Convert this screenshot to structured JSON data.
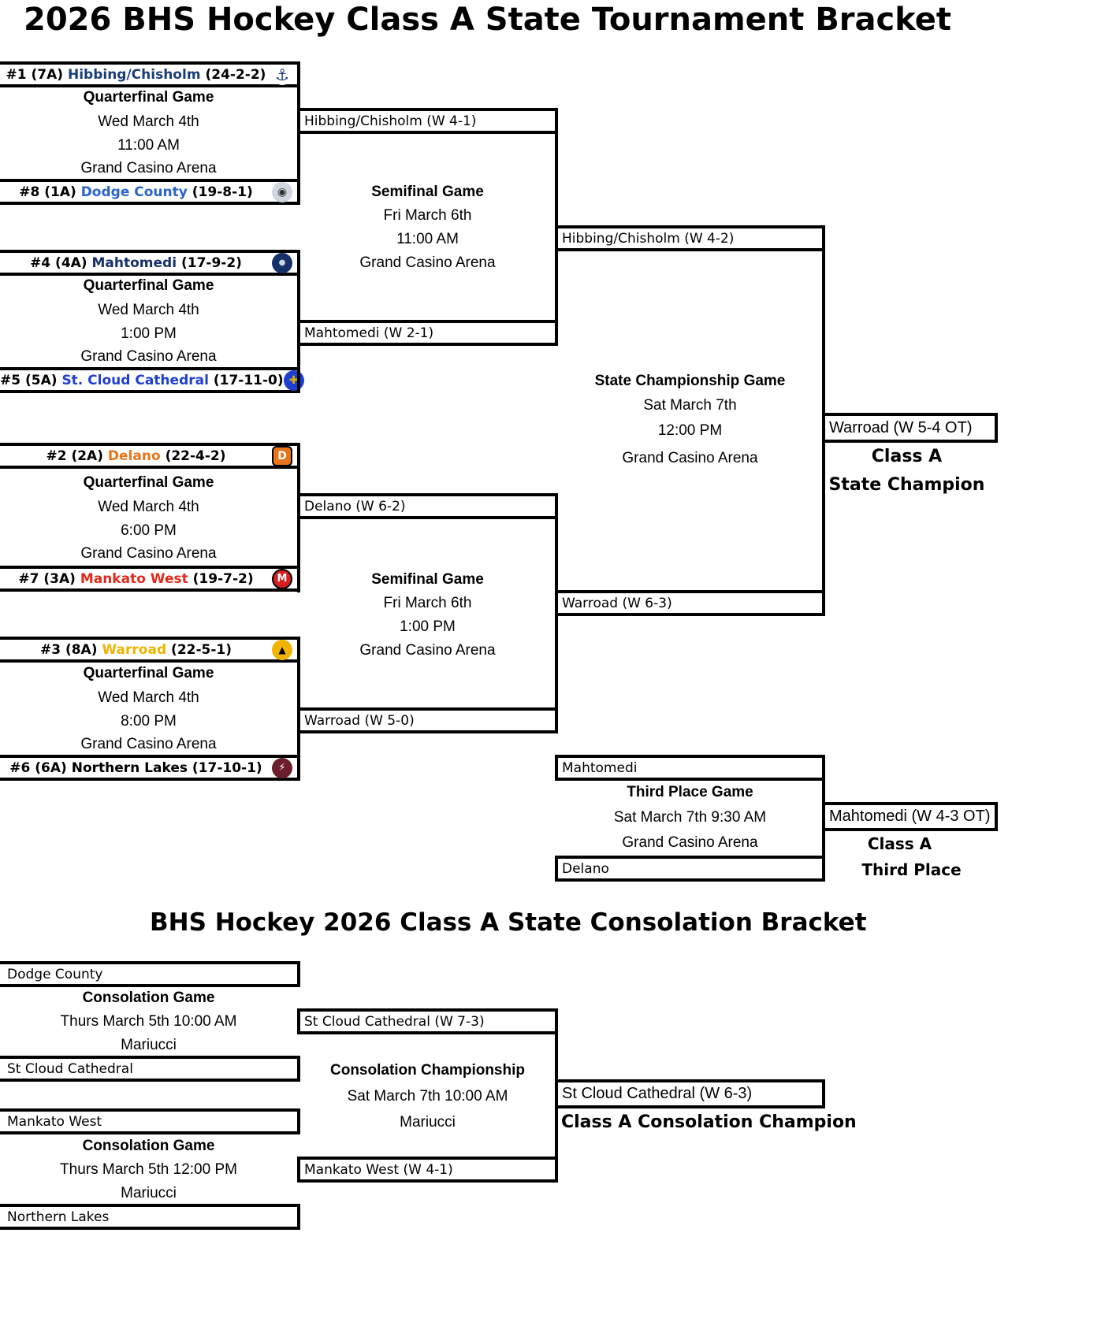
{
  "main_title": "2026 BHS Hockey Class A State Tournament Bracket",
  "consolation_title": "BHS Hockey 2026 Class A State Consolation Bracket",
  "seeds": [
    {
      "prefix": "#1 (7A)",
      "team": "Hibbing/Chisholm",
      "record": "(24-2-2)",
      "team_color": "#1a3d7a",
      "icon": "anchor-icon"
    },
    {
      "prefix": "#8 (1A)",
      "team": "Dodge County",
      "record": "(19-8-1)",
      "team_color": "#2a64c8",
      "icon": "wildcat-icon"
    },
    {
      "prefix": "#4 (4A)",
      "team": "Mahtomedi",
      "record": "(17-9-2)",
      "team_color": "#16306b",
      "icon": "zephyr-icon"
    },
    {
      "prefix": "#5 (5A)",
      "team": "St. Cloud Cathedral",
      "record": "(17-11-0)",
      "team_color": "#1e3fd0",
      "icon": "crusader-icon"
    },
    {
      "prefix": "#2 (2A)",
      "team": "Delano",
      "record": "(22-4-2)",
      "team_color": "#e8741a",
      "icon": "d-shield-icon"
    },
    {
      "prefix": "#7 (3A)",
      "team": "Mankato West",
      "record": "(19-7-2)",
      "team_color": "#e02a1a",
      "icon": "m-logo-icon"
    },
    {
      "prefix": "#3 (8A)",
      "team": "Warroad",
      "record": "(22-5-1)",
      "team_color": "#f0b400",
      "icon": "warrior-head-icon"
    },
    {
      "prefix": "#6 (6A)",
      "team": "Northern Lakes",
      "record": "(17-10-1)",
      "team_color": "#000000",
      "icon": "lightning-icon"
    }
  ],
  "quarterfinals": [
    {
      "title": "Quarterfinal Game",
      "date": "Wed March 4th",
      "time": "11:00 AM",
      "venue": "Grand Casino Arena"
    },
    {
      "title": "Quarterfinal Game",
      "date": "Wed March 4th",
      "time": "1:00 PM",
      "venue": "Grand Casino Arena"
    },
    {
      "title": "Quarterfinal Game",
      "date": "Wed March 4th",
      "time": "6:00 PM",
      "venue": "Grand Casino Arena"
    },
    {
      "title": "Quarterfinal Game",
      "date": "Wed March 4th",
      "time": "8:00 PM",
      "venue": "Grand Casino Arena"
    }
  ],
  "qf_winners": [
    "Hibbing/Chisholm (W 4-1)",
    "Mahtomedi (W 2-1)",
    "Delano (W 6-2)",
    "Warroad (W 5-0)"
  ],
  "semifinals": [
    {
      "title": "Semifinal Game",
      "date": "Fri March 6th",
      "time": "11:00 AM",
      "venue": "Grand Casino Arena"
    },
    {
      "title": "Semifinal Game",
      "date": "Fri March 6th",
      "time": "1:00 PM",
      "venue": "Grand Casino Arena"
    }
  ],
  "sf_winners": [
    "Hibbing/Chisholm (W 4-2)",
    "Warroad (W 6-3)"
  ],
  "championship": {
    "title": "State Championship Game",
    "date": "Sat March 7th",
    "time": "12:00 PM",
    "venue": "Grand Casino Arena"
  },
  "champion": {
    "result": "Warroad (W 5-4 OT)",
    "line1": "Class A",
    "line2": "State Champion"
  },
  "third_place": {
    "team1": "Mahtomedi",
    "team2": "Delano",
    "title": "Third Place Game",
    "datetime": "Sat March 7th 9:30 AM",
    "venue": "Grand Casino Arena",
    "result": "Mahtomedi (W 4-3 OT)",
    "line1": "Class A",
    "line2": "Third Place"
  },
  "consolation": {
    "teams": [
      "Dodge County",
      "St Cloud Cathedral",
      "Mankato West",
      "Northern Lakes"
    ],
    "games": [
      {
        "title": "Consolation Game",
        "datetime": "Thurs March 5th 10:00 AM",
        "venue": "Mariucci"
      },
      {
        "title": "Consolation Game",
        "datetime": "Thurs March 5th 12:00 PM",
        "venue": "Mariucci"
      }
    ],
    "winners": [
      "St Cloud Cathedral (W 7-3)",
      "Mankato West (W 4-1)"
    ],
    "final": {
      "title": "Consolation Championship",
      "datetime": "Sat March 7th 10:00 AM",
      "venue": "Mariucci"
    },
    "champion_result": "St Cloud Cathedral (W 6-3)",
    "champion_label": "Class A Consolation Champion"
  }
}
